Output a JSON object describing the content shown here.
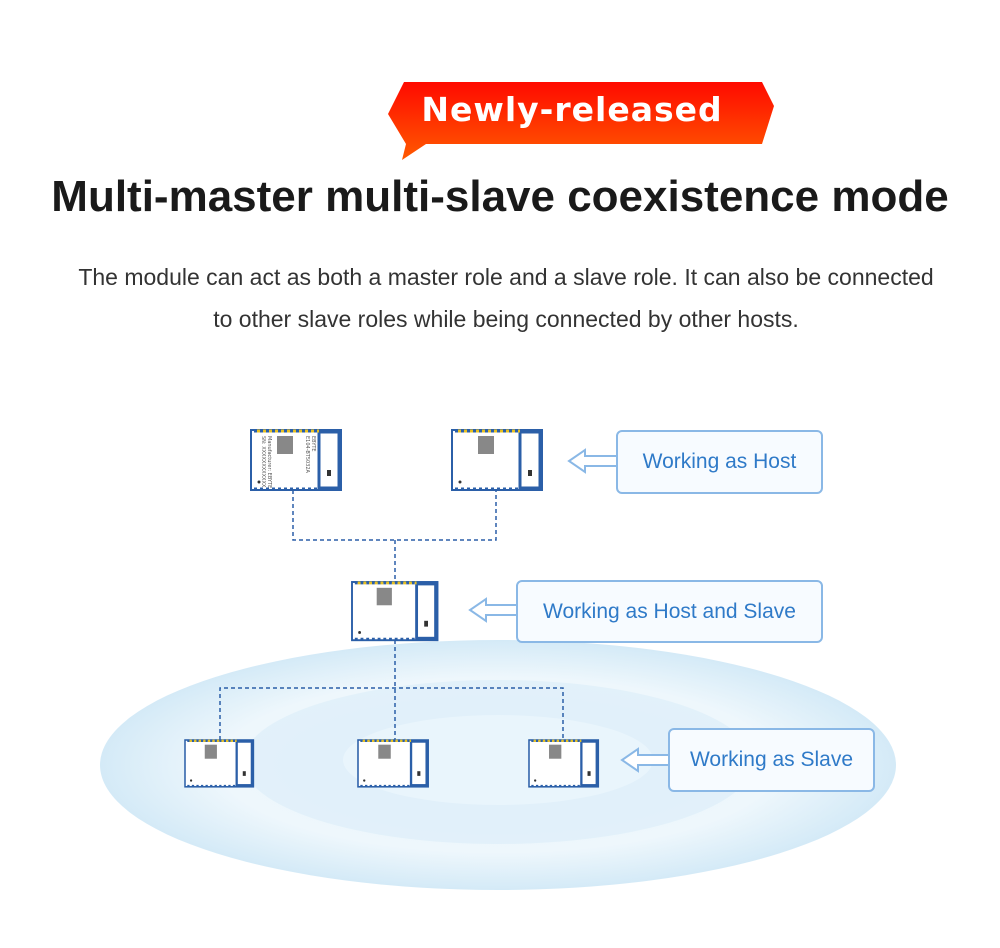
{
  "badge": {
    "text": "Newly-released",
    "color_top": "#ff0a00",
    "color_bottom": "#ff5a00"
  },
  "title": "Multi-master multi-slave coexistence mode",
  "description": {
    "line1": "The module can act as both a master role and a slave role. It can also be connected",
    "line2": "to other slave roles while being connected by other hosts."
  },
  "labels": {
    "host": "Working as Host",
    "host_and_slave": "Working as Host and Slave",
    "slave": "Working as Slave"
  },
  "module_print": {
    "brand": "EBYTE",
    "model": "E104-BT5032A",
    "manufacturer": "Manufacturer: EBYTE",
    "sn": "SN: XXXXXXXXXXXX"
  },
  "colors": {
    "accent": "#2f7ac8",
    "line": "#2b5fa8",
    "ellipse": "#d6ecf8"
  }
}
